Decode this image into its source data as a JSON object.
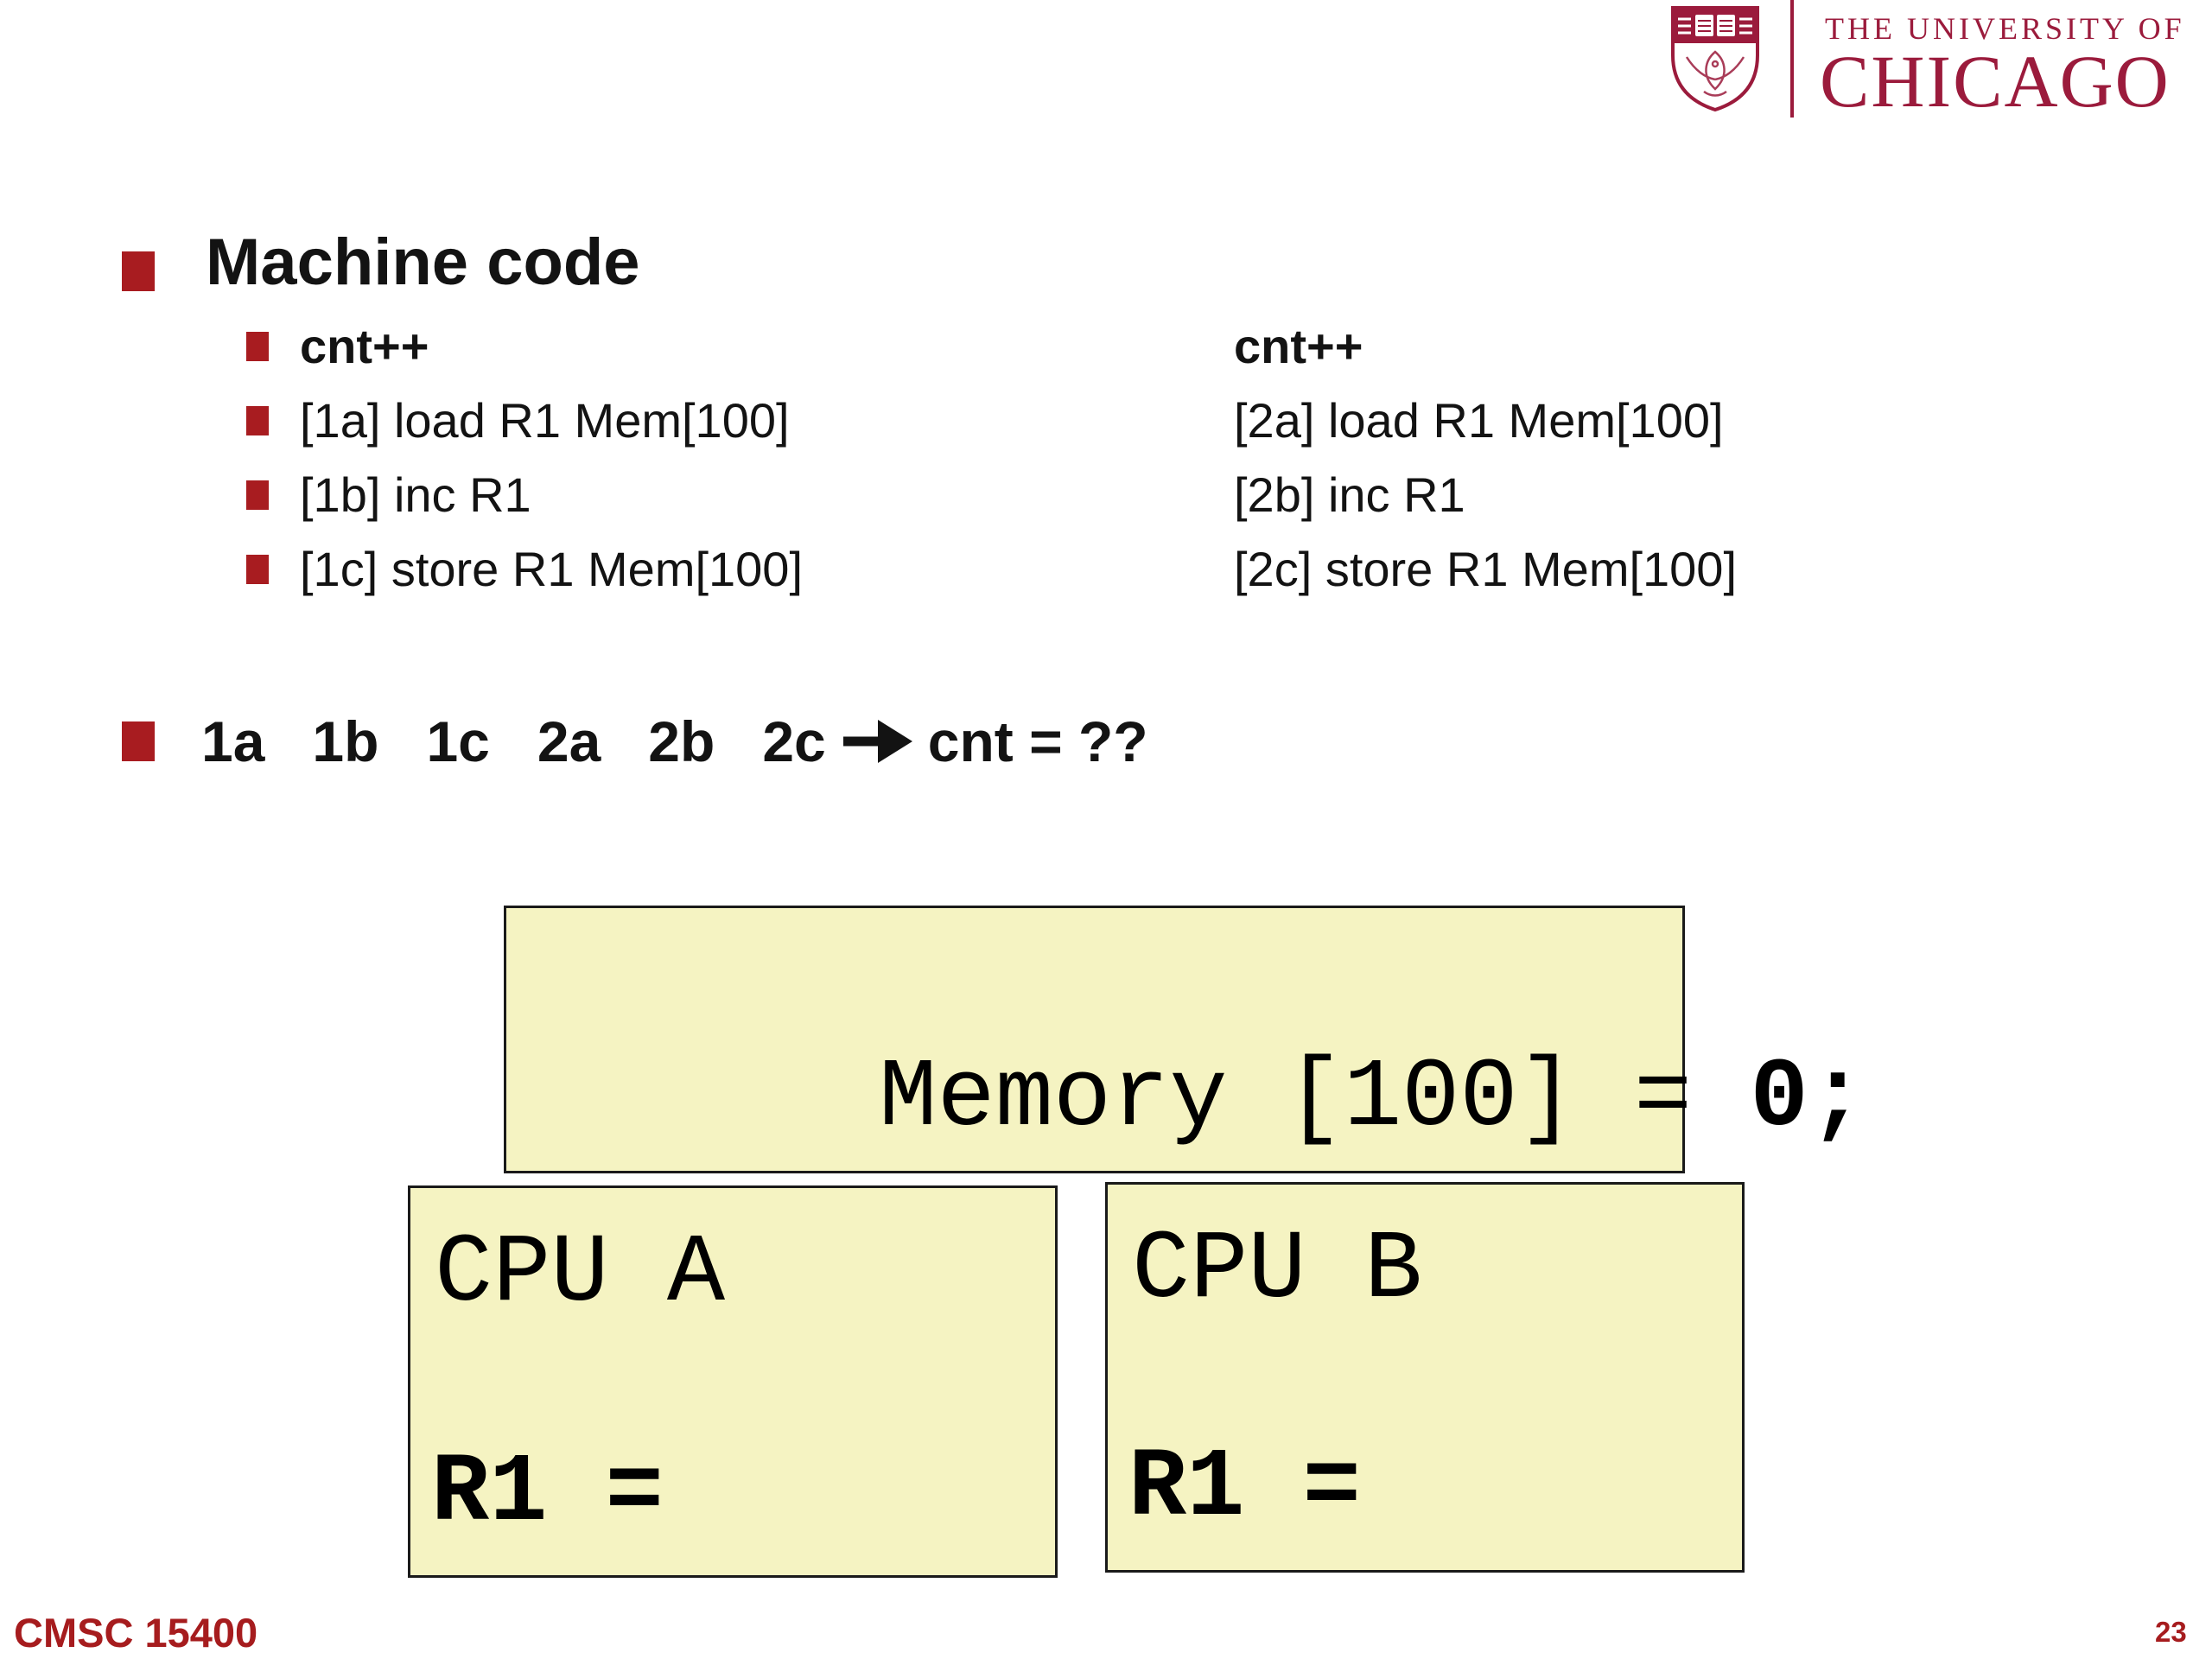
{
  "logo": {
    "line1": "THE UNIVERSITY OF",
    "line2": "CHICAGO"
  },
  "slide": {
    "heading": "Machine code",
    "code": {
      "left": {
        "header": "cnt++",
        "items": [
          "[1a] load R1 Mem[100]",
          "[1b] inc R1",
          "[1c] store R1 Mem[100]"
        ]
      },
      "right": {
        "header": "cnt++",
        "items": [
          "[2a] load R1 Mem[100]",
          "[2b] inc R1",
          "[2c] store R1 Mem[100]"
        ]
      }
    },
    "sequence": {
      "tokens": "1a   1b   1c   2a   2b   2c",
      "result": "cnt = ??"
    },
    "memory_box": {
      "label": "Memory [100] = ",
      "value": "0;"
    },
    "cpu_a": {
      "title": "CPU A",
      "register": "R1 ="
    },
    "cpu_b": {
      "title": "CPU B",
      "register": "R1 ="
    }
  },
  "footer": {
    "course": "CMSC 15400",
    "page_number": "23"
  },
  "colors": {
    "accent_red": "#a81c20",
    "logo_maroon": "#9b1b3c",
    "box_fill": "#f5f3c2",
    "box_border": "#1a1a1a",
    "text": "#131313"
  }
}
